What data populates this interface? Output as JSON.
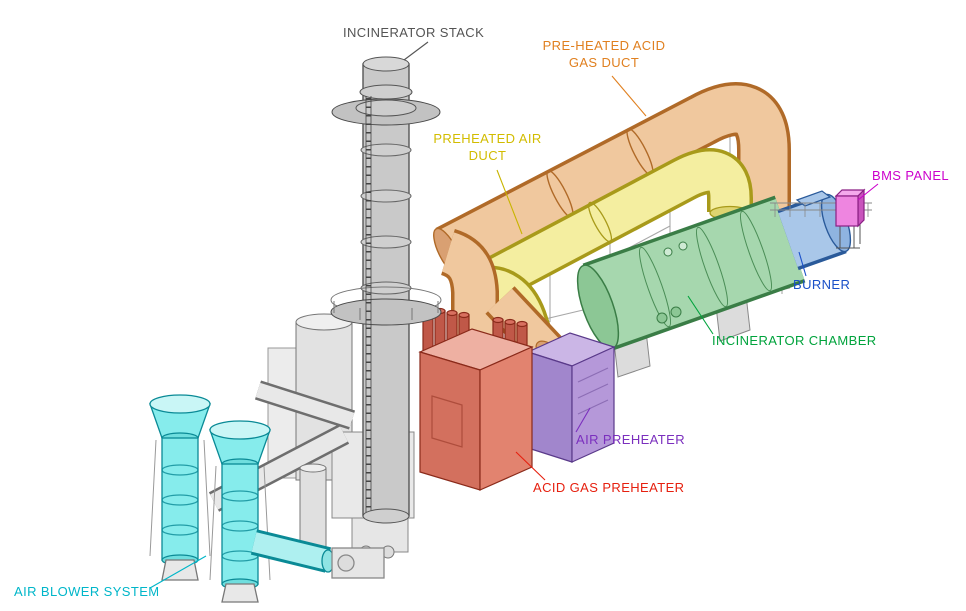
{
  "diagram": {
    "title": "Incinerator system isometric general-arrangement drawing",
    "background": "#ffffff",
    "labels": {
      "incinerator_stack": {
        "text": "INCINERATOR STACK",
        "color": "#545454"
      },
      "pre_heated_acid_gas_duct": {
        "line1": "PRE-HEATED ACID",
        "line2": "GAS DUCT",
        "color": "#e08020"
      },
      "preheated_air_duct": {
        "line1": "PREHEATED AIR",
        "line2": "DUCT",
        "color": "#d2bc00"
      },
      "bms_panel": {
        "text": "BMS PANEL",
        "color": "#cc00cc"
      },
      "burner": {
        "text": "BURNER",
        "color": "#1a50c8"
      },
      "incinerator_chamber": {
        "text": "INCINERATOR CHAMBER",
        "color": "#00a33c"
      },
      "air_preheater": {
        "text": "AIR PREHEATER",
        "color": "#7b2fbe"
      },
      "acid_gas_preheater": {
        "text": "ACID GAS PREHEATER",
        "color": "#e6200f"
      },
      "air_blower_system": {
        "text": "AIR BLOWER SYSTEM",
        "color": "#00b6c9"
      }
    },
    "components": {
      "incinerator_stack": {
        "color": "#c9c9c9"
      },
      "pre_heated_acid_gas_duct": {
        "color": "#f0c89e"
      },
      "preheated_air_duct": {
        "color": "#f4eea0"
      },
      "incinerator_chamber": {
        "color": "#a6d7ae"
      },
      "burner": {
        "color": "#a9c7e9"
      },
      "bms_panel": {
        "color": "#ee85e0"
      },
      "air_preheater": {
        "color": "#b598d9"
      },
      "acid_gas_preheater": {
        "color": "#e2836f"
      },
      "air_blower_system": {
        "color": "#86ecec"
      }
    }
  }
}
